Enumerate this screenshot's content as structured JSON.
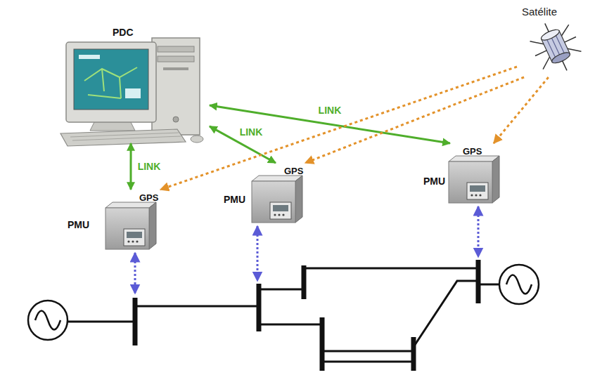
{
  "diagram": {
    "nodes": [
      {
        "text": [
          "PDC"
        ]
      },
      {
        "text": [
          "Satélite"
        ]
      },
      {
        "text": [
          "PMU",
          "GPS"
        ]
      },
      {
        "text": [
          "PMU",
          "GPS"
        ]
      },
      {
        "text": [
          "PMU",
          "GPS"
        ]
      }
    ],
    "edges": [
      {
        "from": 0,
        "to": 2,
        "label": "LINK",
        "arrow": "both"
      },
      {
        "from": 0,
        "to": 3,
        "label": "LINK",
        "arrow": "both"
      },
      {
        "from": 0,
        "to": 4,
        "label": "LINK",
        "arrow": "both"
      },
      {
        "from": 1,
        "to": 2,
        "arrow": "to"
      },
      {
        "from": 1,
        "to": 3,
        "arrow": "to"
      },
      {
        "from": 1,
        "to": 4,
        "arrow": "to"
      }
    ]
  }
}
